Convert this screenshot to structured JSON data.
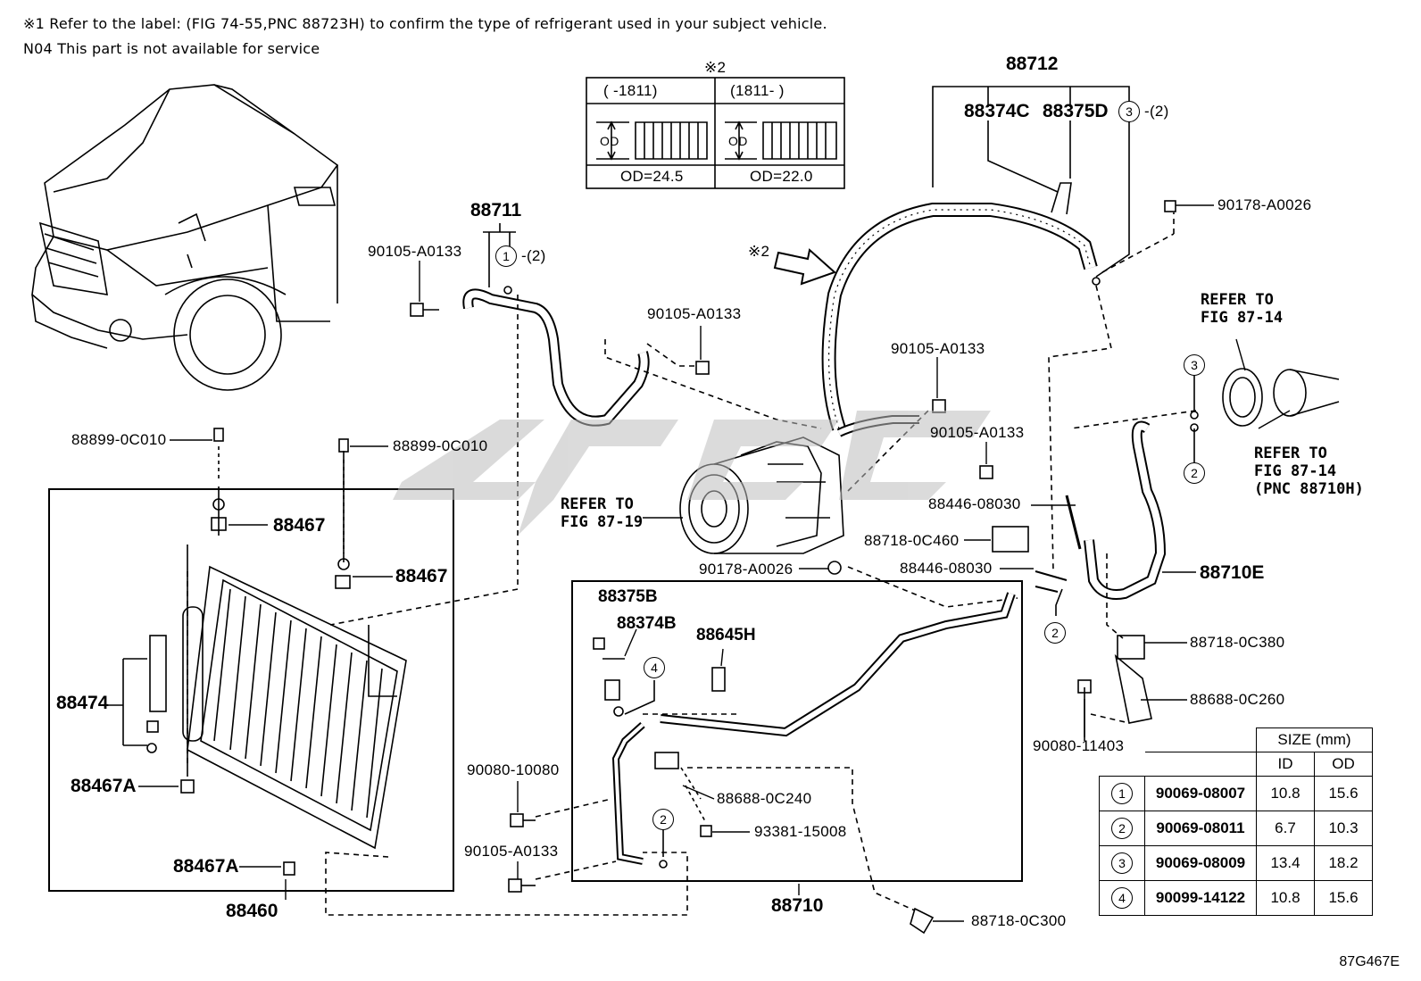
{
  "notes": {
    "note1": "※1 Refer to the label: (FIG 74-55,PNC 88723H) to confirm the type of refrigerant used in your subject vehicle.",
    "note2": "N04 This part is not available for service"
  },
  "inset_table": {
    "marker": "※2",
    "col1_header": "(      -1811)",
    "col2_header": "(1811-       )",
    "col1_od": "OD=24.5",
    "col2_od": "OD=22.0",
    "od_label": "OD"
  },
  "arrow_marker": "※2",
  "parts": {
    "p88712": "88712",
    "p88374C": "88374C",
    "p88375D": "88375D",
    "p88711": "88711",
    "p90178a": "90178-A0026",
    "p90178b": "90178-A0026",
    "p90105a": "90105-A0133",
    "p90105b": "90105-A0133",
    "p90105c": "90105-A0133",
    "p90105d": "90105-A0133",
    "p90105e": "90105-A0133",
    "p88899a": "88899-0C010",
    "p88899b": "88899-0C010",
    "p88467a": "88467",
    "p88467b": "88467",
    "p88474": "88474",
    "p88467Aa": "88467A",
    "p88467Ab": "88467A",
    "p88460": "88460",
    "p88446a": "88446-08030",
    "p88446b": "88446-08030",
    "p88718_0C460": "88718-0C460",
    "p88710E": "88710E",
    "p88718_0C380": "88718-0C380",
    "p88688_0C260": "88688-0C260",
    "p90080_11403": "90080-11403",
    "p88375B": "88375B",
    "p88374B": "88374B",
    "p88645H": "88645H",
    "p88688_0C240": "88688-0C240",
    "p93381": "93381-15008",
    "p90080_10080": "90080-10080",
    "p88710": "88710",
    "p88718_0C300": "88718-0C300"
  },
  "refs": {
    "ref1": "REFER TO\nFIG 87-14",
    "ref2": "REFER TO\nFIG 87-14\n(PNC 88710H)",
    "ref3": "REFER TO\nFIG 87-19"
  },
  "callouts": {
    "c1": "1",
    "c1q": "-(2)",
    "c3": "3",
    "c3q": "-(2)",
    "c3b": "3",
    "c2a": "2",
    "c2b": "2",
    "c2c": "2",
    "c4": "4"
  },
  "size_table": {
    "header": "SIZE (mm)",
    "id": "ID",
    "od": "OD",
    "rows": [
      {
        "n": "1",
        "part": "90069-08007",
        "id": "10.8",
        "od": "15.6"
      },
      {
        "n": "2",
        "part": "90069-08011",
        "id": "6.7",
        "od": "10.3"
      },
      {
        "n": "3",
        "part": "90069-08009",
        "id": "13.4",
        "od": "18.2"
      },
      {
        "n": "4",
        "part": "90099-14122",
        "id": "10.8",
        "od": "15.6"
      }
    ]
  },
  "figure_code": "87G467E"
}
